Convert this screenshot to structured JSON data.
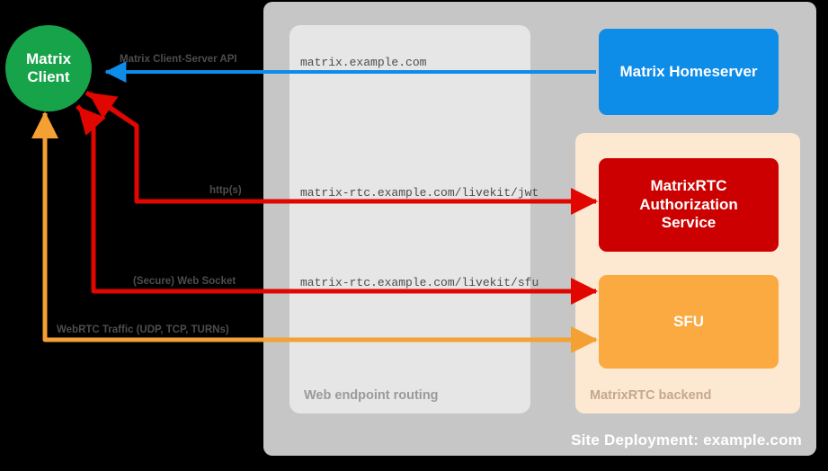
{
  "site": {
    "label": "Site Deployment: example.com",
    "color": "#c6c6c6"
  },
  "panels": {
    "routing": {
      "label": "Web endpoint routing",
      "color": "#e6e6e6"
    },
    "backend": {
      "label": "MatrixRTC backend",
      "color": "#fde8d2"
    }
  },
  "nodes": {
    "client": {
      "line1": "Matrix",
      "line2": "Client",
      "color": "#16a34a"
    },
    "homeserver": {
      "label": "Matrix Homeserver",
      "color": "#0d8ce8"
    },
    "authorization": {
      "line1": "MatrixRTC",
      "line2": "Authorization",
      "line3": "Service",
      "color": "#cc0000"
    },
    "sfu": {
      "label": "SFU",
      "color": "#fba941"
    }
  },
  "connections": [
    {
      "protocol_label": "Matrix Client-Server API",
      "endpoint": "matrix.example.com",
      "color": "#0d8ce8"
    },
    {
      "protocol_label": "http(s)",
      "endpoint": "matrix-rtc.example.com/livekit/jwt",
      "color": "#e10600"
    },
    {
      "protocol_label": "(Secure) Web Socket",
      "endpoint": "matrix-rtc.example.com/livekit/sfu",
      "color": "#e10600"
    },
    {
      "protocol_label": "WebRTC Traffic (UDP, TCP, TURNs)",
      "endpoint": "",
      "color": "#f5a033"
    }
  ]
}
